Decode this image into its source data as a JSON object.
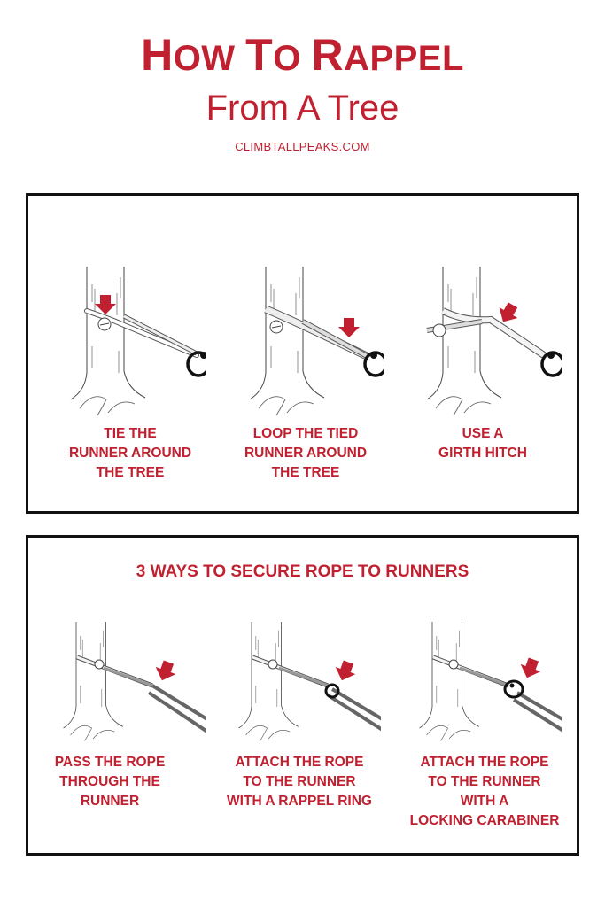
{
  "header": {
    "title_parts": [
      "H",
      "OW ",
      "T",
      "O ",
      "R",
      "APPEL"
    ],
    "title": "How To Rappel",
    "subtitle": "From A Tree",
    "site": "CLIMBTALLPEAKS.COM"
  },
  "colors": {
    "accent": "#c0202f",
    "border": "#111111",
    "line": "#555555"
  },
  "section1": {
    "steps": [
      {
        "icon": "tied-runner-illustration",
        "caption": [
          "TIE THE",
          "RUNNER AROUND",
          "THE TREE"
        ]
      },
      {
        "icon": "looped-runner-illustration",
        "caption": [
          "LOOP THE TIED",
          "RUNNER AROUND",
          "THE TREE"
        ]
      },
      {
        "icon": "girth-hitch-illustration",
        "caption": [
          "USE A",
          "GIRTH HITCH"
        ]
      }
    ]
  },
  "section2": {
    "heading": "3 WAYS TO SECURE ROPE TO RUNNERS",
    "steps": [
      {
        "icon": "rope-through-runner-illustration",
        "caption": [
          "PASS THE ROPE",
          "THROUGH THE",
          "RUNNER"
        ]
      },
      {
        "icon": "rappel-ring-illustration",
        "caption": [
          "ATTACH THE ROPE",
          "TO THE RUNNER",
          "WITH A RAPPEL RING"
        ]
      },
      {
        "icon": "locking-carabiner-illustration",
        "caption": [
          "ATTACH THE ROPE",
          "TO THE RUNNER",
          "WITH A",
          "LOCKING CARABINER"
        ]
      }
    ]
  }
}
